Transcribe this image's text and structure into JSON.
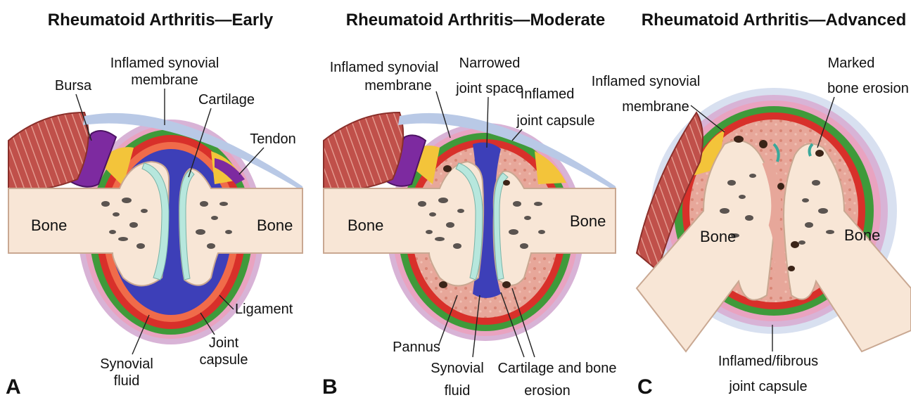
{
  "panels": [
    {
      "letter": "A",
      "title": "Rheumatoid Arthritis—Early",
      "labels": {
        "inflamed_synovial_membrane": [
          "Inflamed synovial",
          "membrane"
        ],
        "bursa": "Bursa",
        "cartilage": "Cartilage",
        "tendon": "Tendon",
        "bone_left": "Bone",
        "bone_right": "Bone",
        "ligament": "Ligament",
        "joint_capsule": [
          "Joint",
          "capsule"
        ],
        "synovial_fluid": [
          "Synovial",
          "fluid"
        ]
      }
    },
    {
      "letter": "B",
      "title": "Rheumatoid Arthritis—Moderate",
      "labels": {
        "inflamed_synovial_membrane": [
          "Inflamed synovial",
          "membrane"
        ],
        "narrowed_joint_space": [
          "Narrowed",
          "joint space"
        ],
        "inflamed_joint_capsule": [
          "Inflamed",
          "joint capsule"
        ],
        "bone_left": "Bone",
        "bone_right": "Bone",
        "pannus": "Pannus",
        "synovial_fluid": [
          "Synovial",
          "fluid"
        ],
        "cartilage_bone_erosion": [
          "Cartilage and bone",
          "erosion"
        ]
      }
    },
    {
      "letter": "C",
      "title": "Rheumatoid Arthritis—Advanced",
      "labels": {
        "inflamed_synovial_membrane": [
          "Inflamed synovial",
          "membrane"
        ],
        "marked_bone_erosion": [
          "Marked",
          "bone erosion"
        ],
        "bone_left": "Bone",
        "bone_right": "Bone",
        "inflamed_fibrous_capsule": [
          "Inflamed/fibrous",
          "joint capsule"
        ]
      }
    }
  ],
  "colors": {
    "muscle": "#c0504a",
    "muscle_stripe": "#e39a8f",
    "bone": "#f8e6d6",
    "bone_outline": "#c9a892",
    "marrow_spot": "#5b5450",
    "cartilage": "#b7e7dd",
    "synovial_fluid": "#3d3fb8",
    "synovium": "#d8302a",
    "capsule_green": "#3f9a3a",
    "bursa": "#7d2aa0",
    "fat_yellow": "#f3c43a",
    "pannus": "#e7a79a",
    "ligament_pink": "#d8b3d6",
    "tendon_blue": "#b9c9e6"
  }
}
